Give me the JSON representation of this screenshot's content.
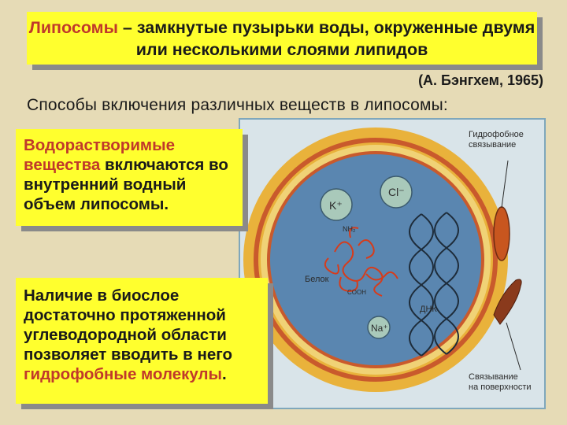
{
  "title": {
    "highlight": "Липосомы",
    "rest": " – замкнутые пузырьки воды, окруженные двумя или несколькими слоями липидов"
  },
  "citation": "(А. Бэнгхем, 1965)",
  "subtitle": "Способы включения различных веществ в липосомы:",
  "box_water": {
    "highlight": "Водорастворимые вещества",
    "rest": " включаются во внутренний водный объем липосомы."
  },
  "box_hydrophobic": {
    "text": "Наличие в биослое достаточно протяженной углеводородной области позволяет вводить в него ",
    "highlight": "гидрофобные молекулы",
    "end": "."
  },
  "diagram": {
    "labels": {
      "hydrophobic_binding": [
        "Гидрофобное",
        "связывание"
      ],
      "surface_binding": [
        "Связывание",
        "на поверхности"
      ],
      "k_ion": "K⁺",
      "cl_ion": "Cl⁻",
      "na_ion": "Na⁺",
      "nh2": "NH₂",
      "protein": "Белок",
      "cooh": "COOH",
      "dna": "ДНК"
    },
    "colors": {
      "outer_ring": "#e9b23b",
      "membrane": "#c95a2c",
      "interior": "#5a86b0",
      "ion": "#a9c9ba",
      "protein": "#d63c1b",
      "hydrophobic_molecule": "#c8561f",
      "surface_molecule": "#8a3a1c"
    }
  }
}
